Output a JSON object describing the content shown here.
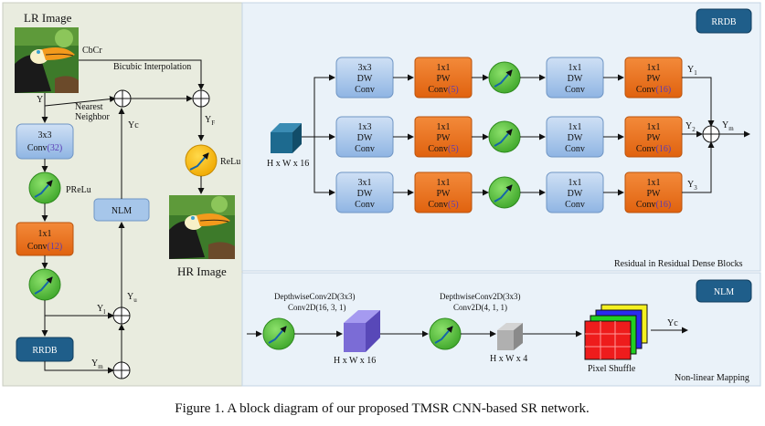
{
  "left": {
    "lr_image_label": "LR Image",
    "hr_image_label": "HR Image",
    "cbcr": "CbCr",
    "bicubic": "Bicubic Interpolation",
    "y": "Y",
    "nearest_line1": "Nearest",
    "nearest_line2": "Neighbor",
    "yc": "Yc",
    "yf": "Y",
    "yf_sub": "F",
    "relu": "ReLu",
    "prelu": "PReLu",
    "conv3_top": "3x3",
    "conv3_bottom": "Conv",
    "conv3_count": "(32)",
    "conv1_top": "1x1",
    "conv1_bottom": "Conv",
    "conv1_count": "(12)",
    "nlm": "NLM",
    "rrdb": "RRDB",
    "yu": "Y",
    "yu_sub": "u",
    "y1": "Y",
    "y1_sub": "l",
    "ym": "Y",
    "ym_sub": "m"
  },
  "rrdb_panel": {
    "tag": "RRDB",
    "input_label": "H x W x 16",
    "footer": "Residual in Residual Dense Blocks",
    "output_label": "Y",
    "output_sub": "m",
    "rows": [
      {
        "dw1_kernel": "3x3",
        "y": "Y",
        "y_sub": "1"
      },
      {
        "dw1_kernel": "1x3",
        "y": "Y",
        "y_sub": "2"
      },
      {
        "dw1_kernel": "3x1",
        "y": "Y",
        "y_sub": "3"
      }
    ],
    "dw_mid": "DW",
    "dw_bottom": "Conv",
    "pw1_kernel": "1x1",
    "pw_mid": "PW",
    "pw_bottom": "Conv",
    "pw1_count": "(5)",
    "dw2_kernel": "1x1",
    "pw2_kernel": "1x1",
    "pw2_count": "(16)"
  },
  "nlm_panel": {
    "tag": "NLM",
    "dw1_line1": "DepthwiseConv2D(3x3)",
    "dw1_line2": "Conv2D(16, 3, 1)",
    "dw2_line1": "DepthwiseConv2D(3x3)",
    "dw2_line2": "Conv2D(4, 1, 1)",
    "cube1_label": "H x W x 16",
    "cube2_label": "H x W x 4",
    "pixel_shuffle": "Pixel Shuffle",
    "output": "Yc",
    "footer": "Non-linear Mapping"
  },
  "caption": "Figure 1. A block diagram of our proposed TMSR CNN-based SR network.",
  "colors": {
    "left_bg": "#e9ecdf",
    "panel_bg": "#eaf2f9",
    "blue_block": "#a6c6ea",
    "orange_block": "#ec7119",
    "tag_dark": "#1f5e8a",
    "act_green": "#5cbf3f",
    "act_yellow": "#f5b800",
    "count_purple": "#5a3bb5",
    "cube_blue": "#1d6a8f",
    "cube_purple": "#7b6cd6",
    "cube_gray": "#b0b0b0"
  }
}
